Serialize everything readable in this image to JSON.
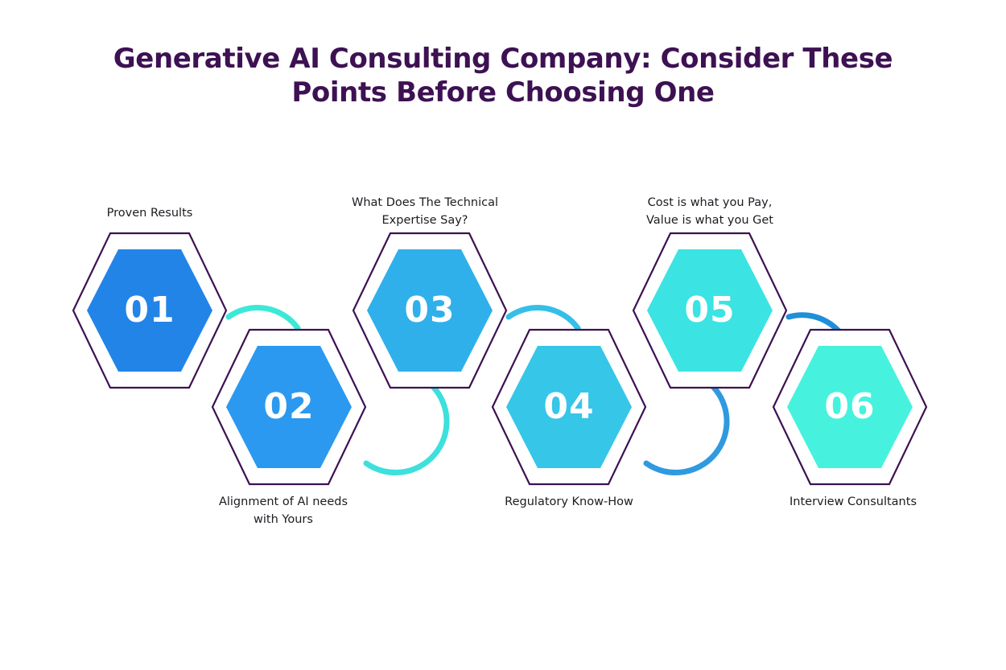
{
  "page": {
    "background_color": "#ffffff",
    "title_color": "#3d1152",
    "caption_color": "#1c1c22",
    "hex_outline_color": "#3d1152"
  },
  "title": {
    "line1": "Generative AI Consulting Company: Consider These",
    "line2": "Points Before Choosing One"
  },
  "steps": [
    {
      "number": "01",
      "label": "Proven Results",
      "fill_color": "#2384e8",
      "label_position": "above"
    },
    {
      "number": "02",
      "label": "Alignment of AI needs",
      "label_line2": "with Yours",
      "fill_color": "#2b99ef",
      "label_position": "below"
    },
    {
      "number": "03",
      "label": "What Does The Technical",
      "label_line2": "Expertise Say?",
      "fill_color": "#2fb0ea",
      "label_position": "above"
    },
    {
      "number": "04",
      "label": "Regulatory Know-How",
      "fill_color": "#35c6e8",
      "label_position": "below"
    },
    {
      "number": "05",
      "label": "Cost is what you Pay,",
      "label_line2": "Value is what you Get",
      "fill_color": "#3ce3e3",
      "label_position": "above"
    },
    {
      "number": "06",
      "label": "Interview Consultants",
      "fill_color": "#46f2dd",
      "label_position": "below"
    }
  ],
  "connectors": [
    {
      "from": "01",
      "to": "02",
      "color": "#3ce8d8"
    },
    {
      "from": "02",
      "to": "03",
      "color": "#3ce0dc"
    },
    {
      "from": "03",
      "to": "04",
      "color": "#35bfe8"
    },
    {
      "from": "04",
      "to": "05",
      "color": "#2f9ae0"
    },
    {
      "from": "05",
      "to": "06",
      "color": "#1f8fd8"
    }
  ]
}
